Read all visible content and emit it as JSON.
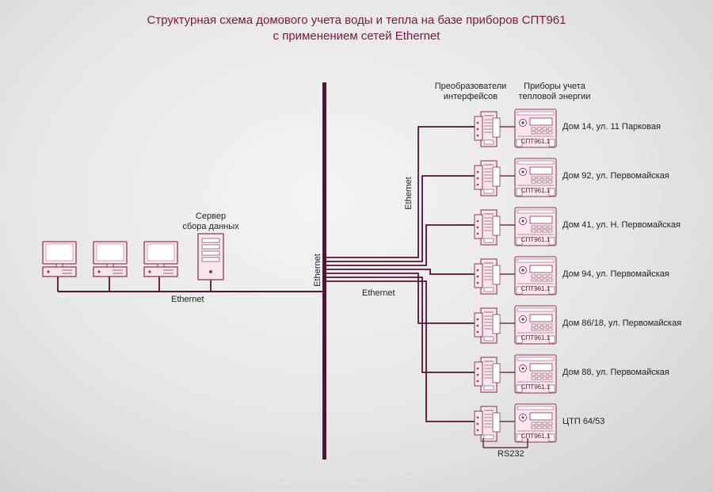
{
  "title": {
    "line1": "Структурная схема домового учета воды и тепла на базе приборов СПТ961",
    "line2": "с применением сетей Ethernet"
  },
  "labels": {
    "converters": "Преобразователи\nинтерфейсов",
    "meters": "Приборы учета\nтепловой энергии",
    "server": "Сервер\nсбора данных",
    "ethernet_lan": "Ethernet",
    "ethernet_bus": "Ethernet",
    "ethernet_upper": "Ethernet",
    "ethernet_lower": "Ethernet",
    "rs232": "RS232",
    "meter_model": "СПТ961.1"
  },
  "houses": [
    "Дом 14, ул. 11 Парковая",
    "Дом 92, ул. Первомайская",
    "Дом 41, ул. Н. Первомайская",
    "Дом 94, ул. Первомайская",
    "Дом 86/18, ул. Первомайская",
    "Дом 88, ул. Первомайская",
    "ЦТП 64/53"
  ],
  "colors": {
    "title": "#7a1640",
    "line": "#5a1030",
    "device_outline": "#8a3a5a",
    "device_fill": "#f8e6ee"
  },
  "icons": {
    "workstation": "computer-workstation-icon",
    "server": "server-tower-icon",
    "converter": "interface-converter-icon",
    "meter": "heat-meter-icon"
  }
}
